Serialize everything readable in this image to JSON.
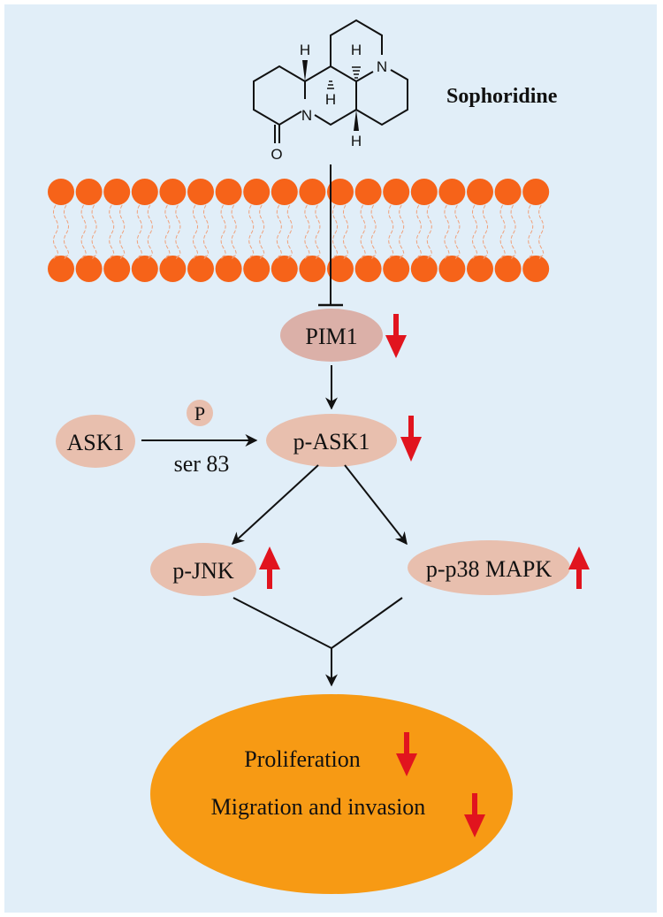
{
  "compound": {
    "name": "Sophoridine",
    "atom_labels": {
      "h_top_left": "H",
      "h_top_right": "H",
      "h_middle": "H",
      "h_bottom": "H",
      "n_right": "N",
      "n_left": "N",
      "o": "O"
    }
  },
  "nodes": {
    "pim1": {
      "label": "PIM1",
      "regulation": "down"
    },
    "ask1": {
      "label": "ASK1"
    },
    "phospho": {
      "label": "P"
    },
    "site": {
      "label": "ser 83"
    },
    "p_ask1": {
      "label": "p-ASK1",
      "regulation": "down"
    },
    "p_jnk": {
      "label": "p-JNK",
      "regulation": "up"
    },
    "p_p38": {
      "label": "p-p38 MAPK",
      "regulation": "up"
    },
    "outcome": {
      "line1": "Proliferation",
      "line1_regulation": "down",
      "line2": "Migration and invasion",
      "line2_regulation": "down"
    }
  },
  "colors": {
    "background": "#e1eef8",
    "lipid_head": "#f66319",
    "lipid_tail": "#f0a07a",
    "protein_node": "#e8bfae",
    "pim1_node": "#dbb0a8",
    "outcome_node": "#f79a14",
    "regulation_arrow": "#e1141e",
    "edge": "#111111"
  },
  "membrane": {
    "heads_per_leaflet": 18
  }
}
